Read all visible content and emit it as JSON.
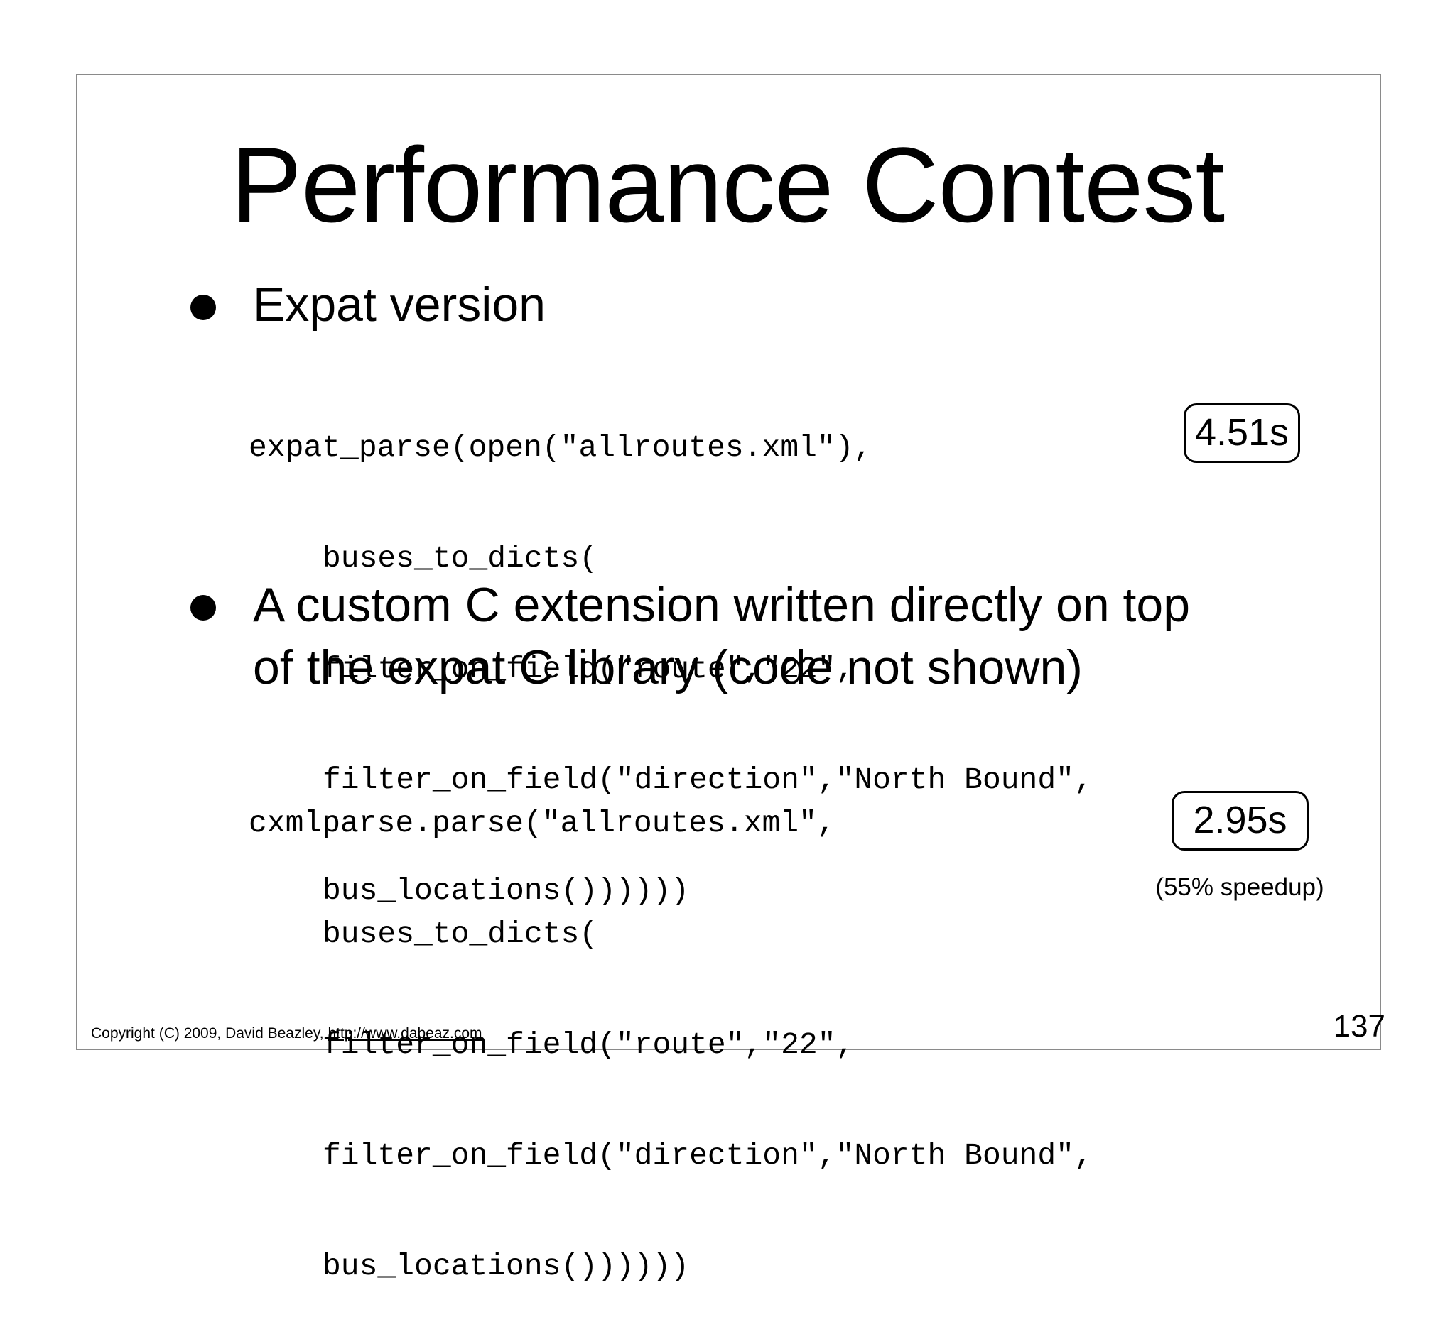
{
  "slide": {
    "title": "Performance Contest",
    "bullets": [
      {
        "text": "Expat version",
        "code": [
          "expat_parse(open(\"allroutes.xml\"),",
          "buses_to_dicts(",
          "filter_on_field(\"route\",\"22\",",
          "filter_on_field(\"direction\",\"North Bound\",",
          "bus_locations())))))"
        ],
        "timing": "4.51s"
      },
      {
        "lines": [
          "A custom C extension written directly on top",
          "of the expat C library (code not shown)"
        ],
        "code": [
          "cxmlparse.parse(\"allroutes.xml\",",
          "buses_to_dicts(",
          "filter_on_field(\"route\",\"22\",",
          "filter_on_field(\"direction\",\"North Bound\",",
          "bus_locations())))))"
        ],
        "timing": "2.95s",
        "note": "(55% speedup)"
      }
    ]
  },
  "footer": {
    "copyright": "Copyright (C) 2009,  David Beazley, ",
    "link_text": "http://www.dabeaz.com"
  },
  "page_number": "137"
}
